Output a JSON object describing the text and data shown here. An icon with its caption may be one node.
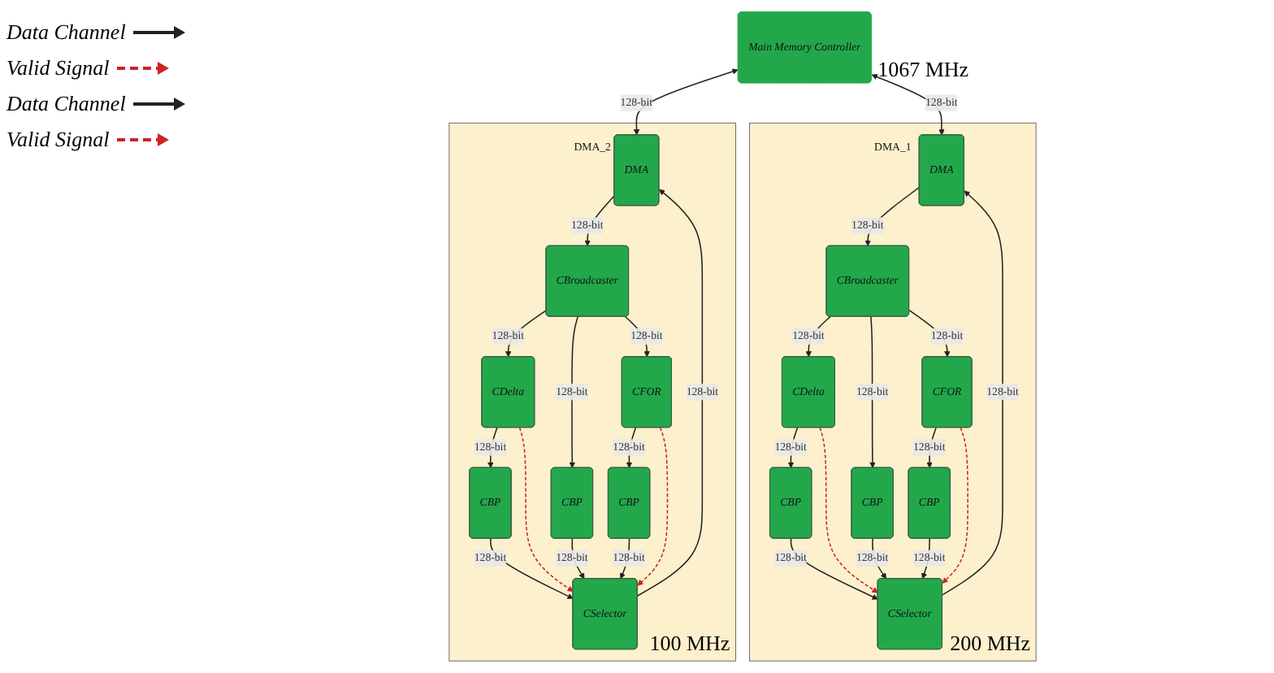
{
  "diagram": {
    "nodes": [
      {
        "text": [
          "Main Memory Controller"
        ],
        "beside": [
          "1067 MHz"
        ]
      },
      {
        "text": [
          "DMA_2"
        ],
        "beside": [
          "100 MHz"
        ]
      },
      {
        "text": [
          "DMA"
        ],
        "in": 1
      },
      {
        "text": [
          "CBroadcaster"
        ],
        "in": 1
      },
      {
        "text": [
          "CDelta"
        ],
        "in": 1
      },
      {
        "text": [
          "CFOR"
        ],
        "in": 1
      },
      {
        "text": [
          "CBP"
        ],
        "in": 1
      },
      {
        "text": [
          "CBP"
        ],
        "in": 1
      },
      {
        "text": [
          "CBP"
        ],
        "in": 1
      },
      {
        "text": [
          "CSelector"
        ],
        "in": 1
      },
      {
        "text": [
          "DMA_1"
        ],
        "beside": [
          "200 MHz"
        ]
      },
      {
        "text": [
          "DMA"
        ],
        "in": 10
      },
      {
        "text": [
          "CBroadcaster"
        ],
        "in": 10
      },
      {
        "text": [
          "CDelta"
        ],
        "in": 10
      },
      {
        "text": [
          "CFOR"
        ],
        "in": 10
      },
      {
        "text": [
          "CBP"
        ],
        "in": 10
      },
      {
        "text": [
          "CBP"
        ],
        "in": 10
      },
      {
        "text": [
          "CBP"
        ],
        "in": 10
      },
      {
        "text": [
          "CSelector"
        ],
        "in": 10
      }
    ],
    "edges": [
      {
        "from": 0,
        "to": 2,
        "arrow": "both",
        "label": "128-bit"
      },
      {
        "from": 2,
        "to": 3,
        "arrow": "to",
        "label": "128-bit"
      },
      {
        "from": 3,
        "to": 4,
        "arrow": "to",
        "label": "128-bit"
      },
      {
        "from": 3,
        "to": 7,
        "arrow": "to",
        "label": "128-bit"
      },
      {
        "from": 3,
        "to": 5,
        "arrow": "to",
        "label": "128-bit"
      },
      {
        "from": 4,
        "to": 6,
        "arrow": "to",
        "label": "128-bit"
      },
      {
        "from": 5,
        "to": 8,
        "arrow": "to",
        "label": "128-bit"
      },
      {
        "from": 6,
        "to": 9,
        "arrow": "to",
        "label": "128-bit"
      },
      {
        "from": 7,
        "to": 9,
        "arrow": "to",
        "label": "128-bit"
      },
      {
        "from": 8,
        "to": 9,
        "arrow": "to",
        "label": "128-bit"
      },
      {
        "from": 4,
        "to": 9,
        "arrow": "to",
        "style": "dashed",
        "color": "#cc2222"
      },
      {
        "from": 5,
        "to": 9,
        "arrow": "to",
        "style": "dashed",
        "color": "#cc2222"
      },
      {
        "from": 9,
        "to": 2,
        "arrow": "to",
        "label": "128-bit"
      },
      {
        "from": 0,
        "to": 11,
        "arrow": "both",
        "label": "128-bit"
      },
      {
        "from": 11,
        "to": 12,
        "arrow": "to",
        "label": "128-bit"
      },
      {
        "from": 12,
        "to": 13,
        "arrow": "to",
        "label": "128-bit"
      },
      {
        "from": 12,
        "to": 16,
        "arrow": "to",
        "label": "128-bit"
      },
      {
        "from": 12,
        "to": 14,
        "arrow": "to",
        "label": "128-bit"
      },
      {
        "from": 13,
        "to": 15,
        "arrow": "to",
        "label": "128-bit"
      },
      {
        "from": 14,
        "to": 17,
        "arrow": "to",
        "label": "128-bit"
      },
      {
        "from": 15,
        "to": 18,
        "arrow": "to",
        "label": "128-bit"
      },
      {
        "from": 16,
        "to": 18,
        "arrow": "to",
        "label": "128-bit"
      },
      {
        "from": 17,
        "to": 18,
        "arrow": "to",
        "label": "128-bit"
      },
      {
        "from": 13,
        "to": 18,
        "arrow": "to",
        "style": "dashed",
        "color": "#cc2222"
      },
      {
        "from": 14,
        "to": 18,
        "arrow": "to",
        "style": "dashed",
        "color": "#cc2222"
      },
      {
        "from": 18,
        "to": 11,
        "arrow": "to",
        "label": "128-bit"
      }
    ],
    "legend": [
      {
        "text": "Data Channel"
      },
      {
        "text": "Valid Signal"
      },
      {
        "text": "Data Channel"
      },
      {
        "text": "Valid Signal"
      }
    ]
  }
}
